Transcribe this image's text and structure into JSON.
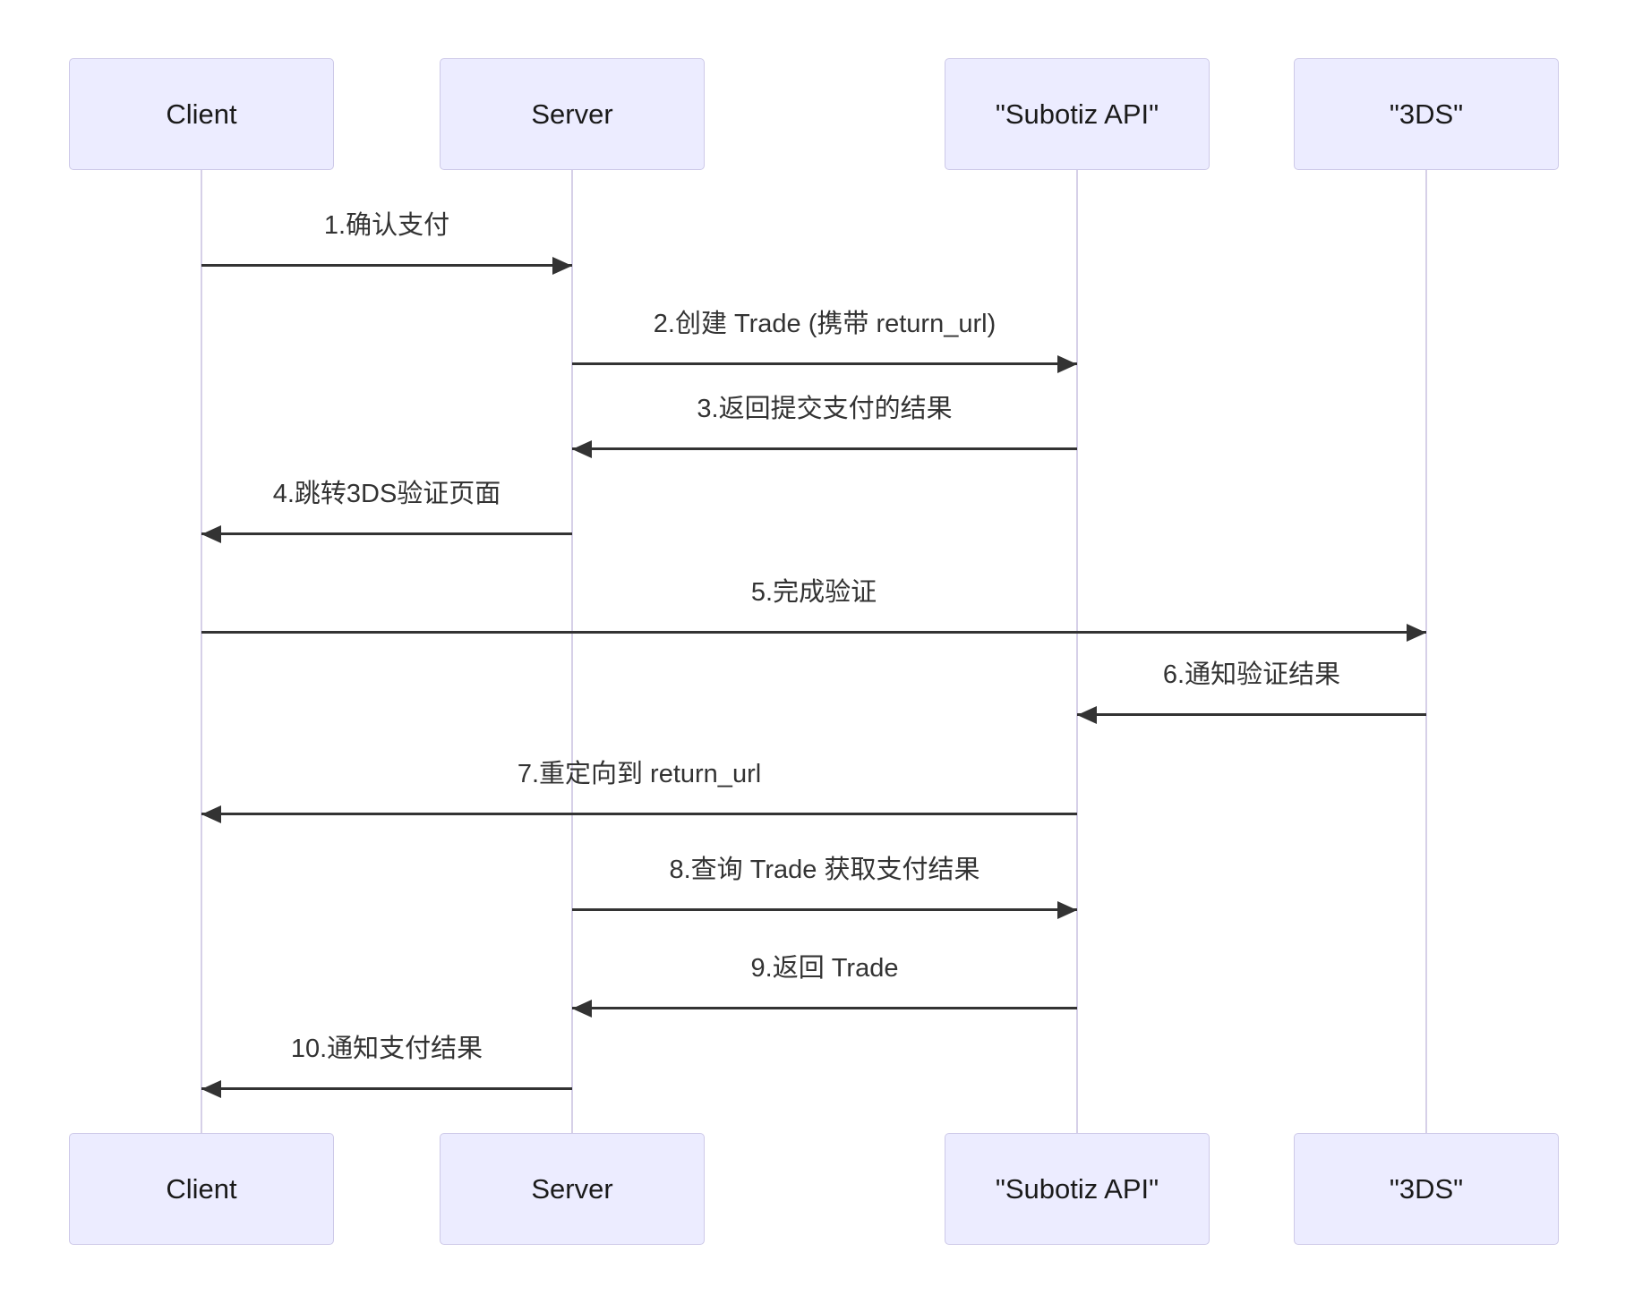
{
  "diagram": {
    "type": "sequence",
    "actors": [
      {
        "id": "client",
        "label": "Client"
      },
      {
        "id": "server",
        "label": "Server"
      },
      {
        "id": "subotiz-api",
        "label": "\"Subotiz API\""
      },
      {
        "id": "3ds",
        "label": "\"3DS\""
      }
    ],
    "messages": [
      {
        "seq": 1,
        "from": "client",
        "to": "server",
        "text": "1.确认支付"
      },
      {
        "seq": 2,
        "from": "server",
        "to": "subotiz-api",
        "text": "2.创建 Trade (携带 return_url)"
      },
      {
        "seq": 3,
        "from": "subotiz-api",
        "to": "server",
        "text": "3.返回提交支付的结果"
      },
      {
        "seq": 4,
        "from": "server",
        "to": "client",
        "text": "4.跳转3DS验证页面"
      },
      {
        "seq": 5,
        "from": "client",
        "to": "3ds",
        "text": "5.完成验证"
      },
      {
        "seq": 6,
        "from": "3ds",
        "to": "subotiz-api",
        "text": "6.通知验证结果"
      },
      {
        "seq": 7,
        "from": "subotiz-api",
        "to": "client",
        "text": "7.重定向到 return_url"
      },
      {
        "seq": 8,
        "from": "server",
        "to": "subotiz-api",
        "text": "8.查询 Trade 获取支付结果"
      },
      {
        "seq": 9,
        "from": "subotiz-api",
        "to": "server",
        "text": "9.返回 Trade"
      },
      {
        "seq": 10,
        "from": "server",
        "to": "client",
        "text": "10.通知支付结果"
      }
    ],
    "colors": {
      "actor_fill": "#ECECFF",
      "actor_border": "#CDC9E8",
      "lifeline": "#D6D0E8",
      "arrow": "#333333",
      "message_text": "#333333",
      "actor_text": "#1a1a1a",
      "background": "#FFFFFF"
    }
  }
}
